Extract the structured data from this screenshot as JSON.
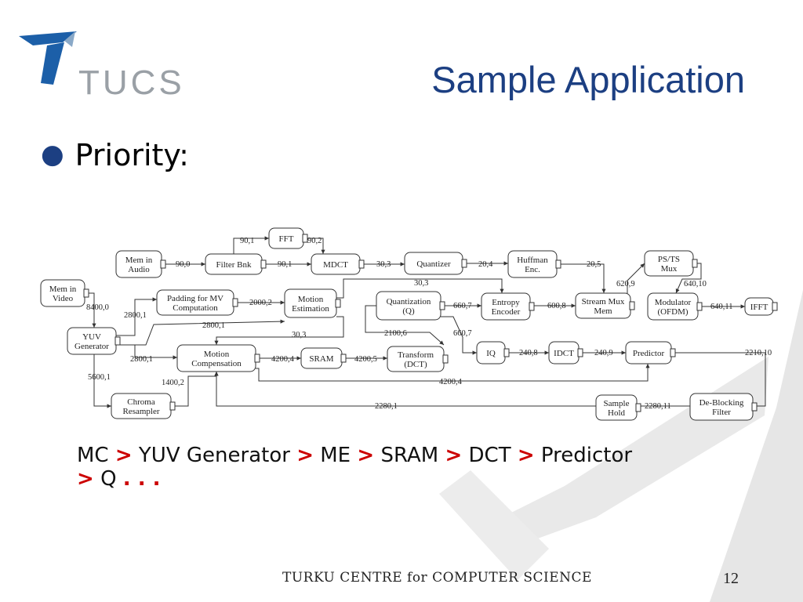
{
  "logo": {
    "text": "TUCS",
    "icon": "tucs-logo-icon"
  },
  "title": "Sample Application",
  "bullet": {
    "label": "Priority:"
  },
  "diagram": {
    "nodes": [
      {
        "id": "mem_audio",
        "lines": [
          "Mem in",
          "Audio"
        ]
      },
      {
        "id": "filter_bnk",
        "lines": [
          "Filter Bnk"
        ]
      },
      {
        "id": "fft",
        "lines": [
          "FFT"
        ]
      },
      {
        "id": "mdct",
        "lines": [
          "MDCT"
        ]
      },
      {
        "id": "quantizer",
        "lines": [
          "Quantizer"
        ]
      },
      {
        "id": "huffman",
        "lines": [
          "Huffman",
          "Enc."
        ]
      },
      {
        "id": "psts",
        "lines": [
          "PS/TS",
          "Mux"
        ]
      },
      {
        "id": "mem_video",
        "lines": [
          "Mem in",
          "Video"
        ]
      },
      {
        "id": "padding",
        "lines": [
          "Padding for MV",
          "Computation"
        ]
      },
      {
        "id": "motion_est",
        "lines": [
          "Motion",
          "Estimation"
        ]
      },
      {
        "id": "quantization",
        "lines": [
          "Quantization",
          "(Q)"
        ]
      },
      {
        "id": "entropy",
        "lines": [
          "Entropy",
          "Encoder"
        ]
      },
      {
        "id": "stream_mux",
        "lines": [
          "Stream Mux",
          "Mem"
        ]
      },
      {
        "id": "modulator",
        "lines": [
          "Modulator",
          "(OFDM)"
        ]
      },
      {
        "id": "ifft",
        "lines": [
          "IFFT"
        ]
      },
      {
        "id": "yuv",
        "lines": [
          "YUV",
          "Generator"
        ]
      },
      {
        "id": "motion_comp",
        "lines": [
          "Motion",
          "Compensation"
        ]
      },
      {
        "id": "sram",
        "lines": [
          "SRAM"
        ]
      },
      {
        "id": "transform",
        "lines": [
          "Transform",
          "(DCT)"
        ]
      },
      {
        "id": "iq",
        "lines": [
          "IQ"
        ]
      },
      {
        "id": "idct",
        "lines": [
          "IDCT"
        ]
      },
      {
        "id": "predictor",
        "lines": [
          "Predictor"
        ]
      },
      {
        "id": "chroma",
        "lines": [
          "Chroma",
          "Resampler"
        ]
      },
      {
        "id": "sample_hold",
        "lines": [
          "Sample",
          "Hold"
        ]
      },
      {
        "id": "deblock",
        "lines": [
          "De-Blocking",
          "Filter"
        ]
      }
    ],
    "edge_labels": [
      "90,0",
      "90,1",
      "90,2",
      "90,1",
      "30,3",
      "20,4",
      "20,5",
      "620,9",
      "640,10",
      "640,11",
      "8400,0",
      "2800,1",
      "2000,2",
      "30,3",
      "660,7",
      "600,8",
      "2800,1",
      "30,3",
      "2100,6",
      "660,7",
      "2800,1",
      "4200,4",
      "4200,5",
      "240,8",
      "240,9",
      "2210,10",
      "5600,1",
      "1400,2",
      "4200,4",
      "2280,1",
      "2280,11"
    ]
  },
  "priority_order": {
    "items": [
      "MC",
      "YUV Generator",
      "ME",
      "SRAM",
      "DCT",
      "Predictor",
      "Q"
    ],
    "separator": ">",
    "ellipsis": ". . ."
  },
  "footer": {
    "text": "TURKU CENTRE for COMPUTER SCIENCE"
  },
  "page_number": "12",
  "colors": {
    "title": "#1c3f82",
    "accent": "#cc0000",
    "watermark": "#e4e4e4"
  }
}
